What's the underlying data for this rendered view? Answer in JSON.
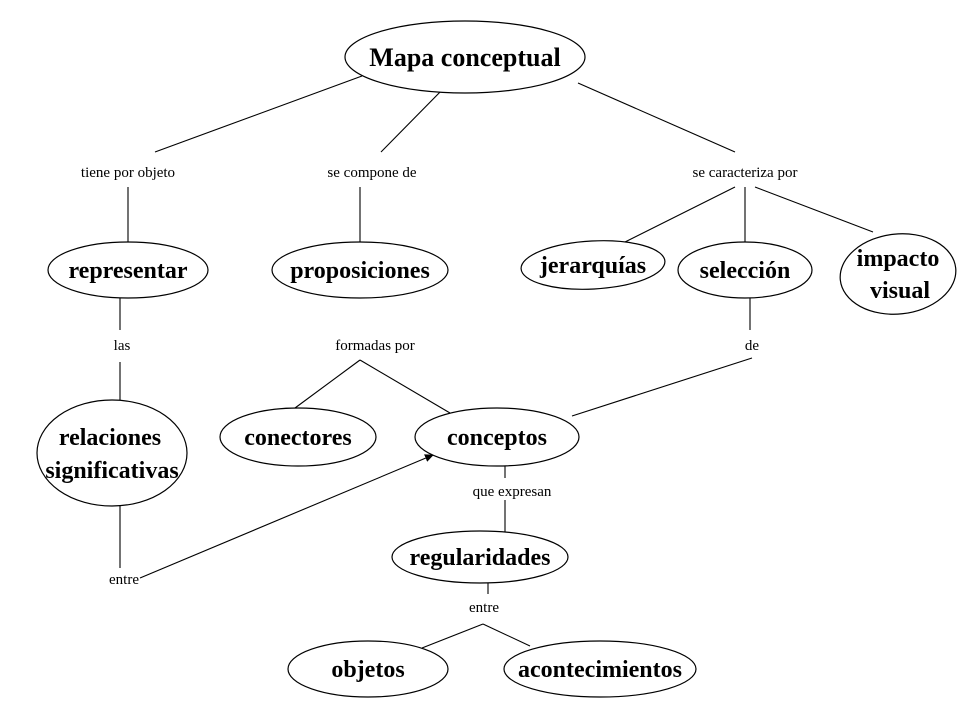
{
  "nodes": {
    "mapa": "Mapa conceptual",
    "representar": "representar",
    "proposiciones": "proposiciones",
    "jerarquias": "jerarquías",
    "seleccion": "selección",
    "impacto_line1": "impacto",
    "impacto_line2": "visual",
    "relaciones_line1": "relaciones",
    "relaciones_line2": "significativas",
    "conectores": "conectores",
    "conceptos": "conceptos",
    "regularidades": "regularidades",
    "objetos": "objetos",
    "acontecimientos": "acontecimientos"
  },
  "links": {
    "tiene_por_objeto": "tiene por objeto",
    "se_compone_de": "se compone de",
    "se_caracteriza_por": "se caracteriza por",
    "las": "las",
    "formadas_por": "formadas por",
    "de": "de",
    "que_expresan": "que expresan",
    "entre_left": "entre",
    "entre_bottom": "entre"
  }
}
